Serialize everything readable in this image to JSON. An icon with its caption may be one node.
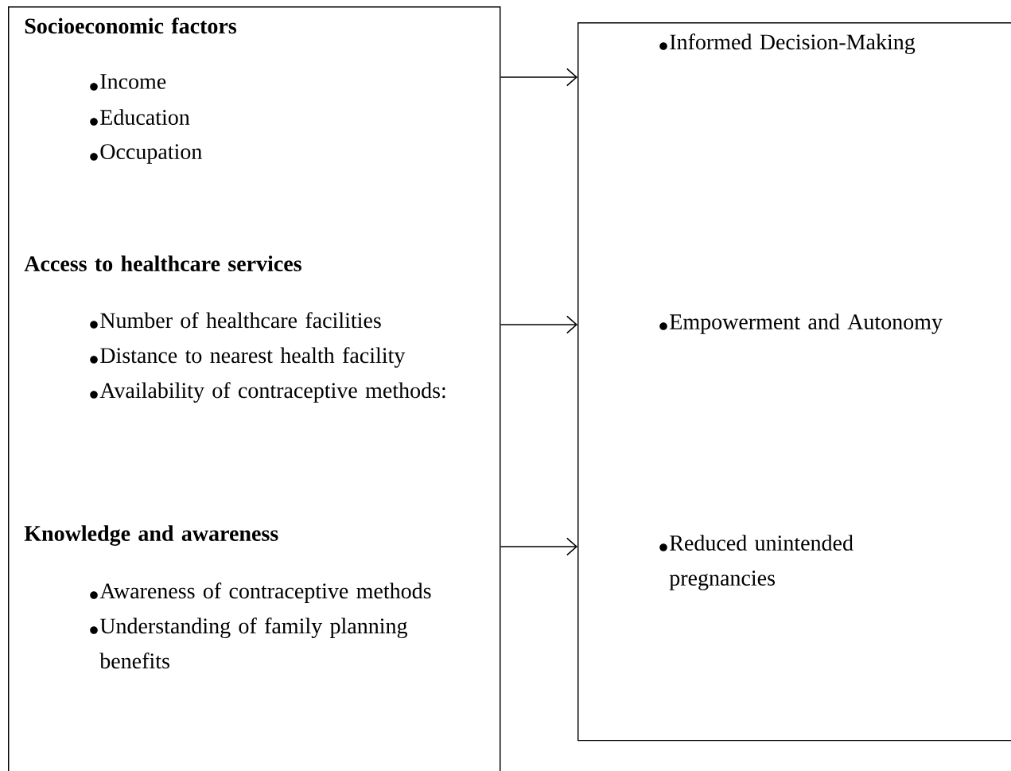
{
  "diagram": {
    "nodes": [
      {
        "text": [
          "Socioeconomic factors",
          "Income",
          "Education",
          "Occupation",
          "Access to healthcare services",
          "Number of healthcare facilities",
          "Distance to nearest health facility",
          "Availability of contraceptive methods:",
          "Knowledge and awareness",
          "Awareness of contraceptive methods",
          "Understanding of family planning benefits"
        ]
      },
      {
        "text": [
          "Informed Decision-Making",
          "Empowerment and Autonomy",
          "Reduced unintended pregnancies"
        ]
      }
    ],
    "edges": [
      {
        "from": 0,
        "to": 1,
        "arrow": "to"
      },
      {
        "from": 0,
        "to": 1,
        "arrow": "to"
      },
      {
        "from": 0,
        "to": 1,
        "arrow": "to"
      }
    ]
  }
}
